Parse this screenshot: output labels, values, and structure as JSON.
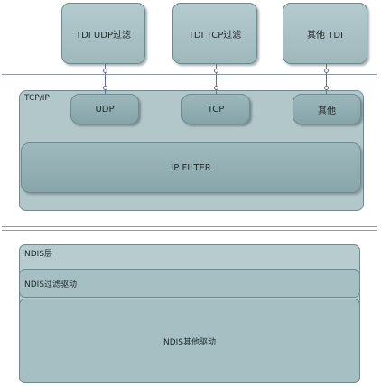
{
  "tdi_boxes": [
    {
      "label": "TDI UDP过滤"
    },
    {
      "label": "TDI TCP过滤"
    },
    {
      "label": "其他 TDI"
    }
  ],
  "tcpip": {
    "title": "TCP/IP",
    "protocols": [
      {
        "label": "UDP"
      },
      {
        "label": "TCP"
      },
      {
        "label": "其他"
      }
    ],
    "ip_filter": "IP FILTER"
  },
  "ndis": {
    "layer": "NDIS层",
    "filter_driver": "NDIS过滤驱动",
    "other_driver": "NDIS其他驱动"
  }
}
